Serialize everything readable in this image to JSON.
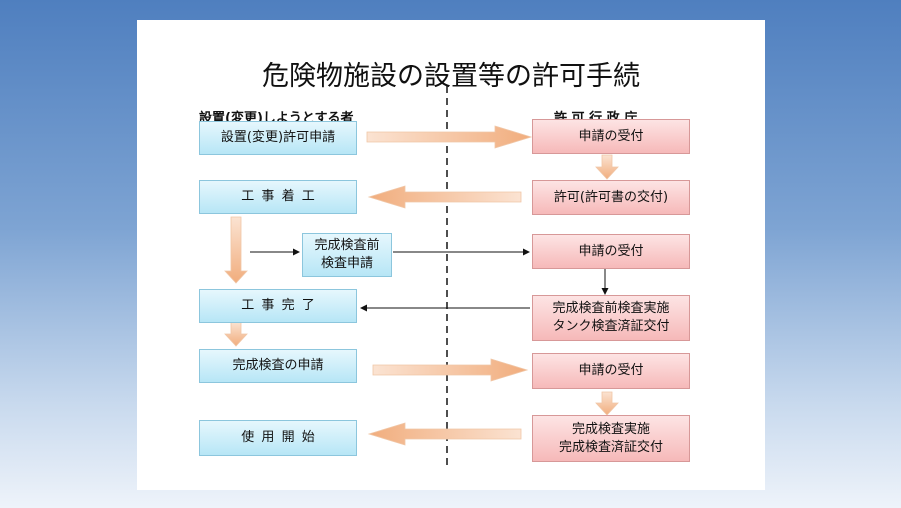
{
  "title": "危険物施設の設置等の許可手続",
  "headers": {
    "left": "設置(変更)しようとする者",
    "right": "許可行政庁"
  },
  "left_boxes": [
    "設置(変更)許可申請",
    "工事着工",
    "工事完了",
    "完成検査の申請",
    "使用開始"
  ],
  "middle_box": "完成検査前\n検査申請",
  "right_boxes": [
    "申請の受付",
    "許可(許可書の交付)",
    "申請の受付",
    "完成検査前検査実施\nタンク検査済証交付",
    "申請の受付",
    "完成検査実施\n完成検査済証交付"
  ],
  "colors": {
    "applicant_box": "#b7e6f6",
    "authority_box": "#f6b9b9",
    "arrow": "#f3b98e",
    "divider": "#222222"
  }
}
